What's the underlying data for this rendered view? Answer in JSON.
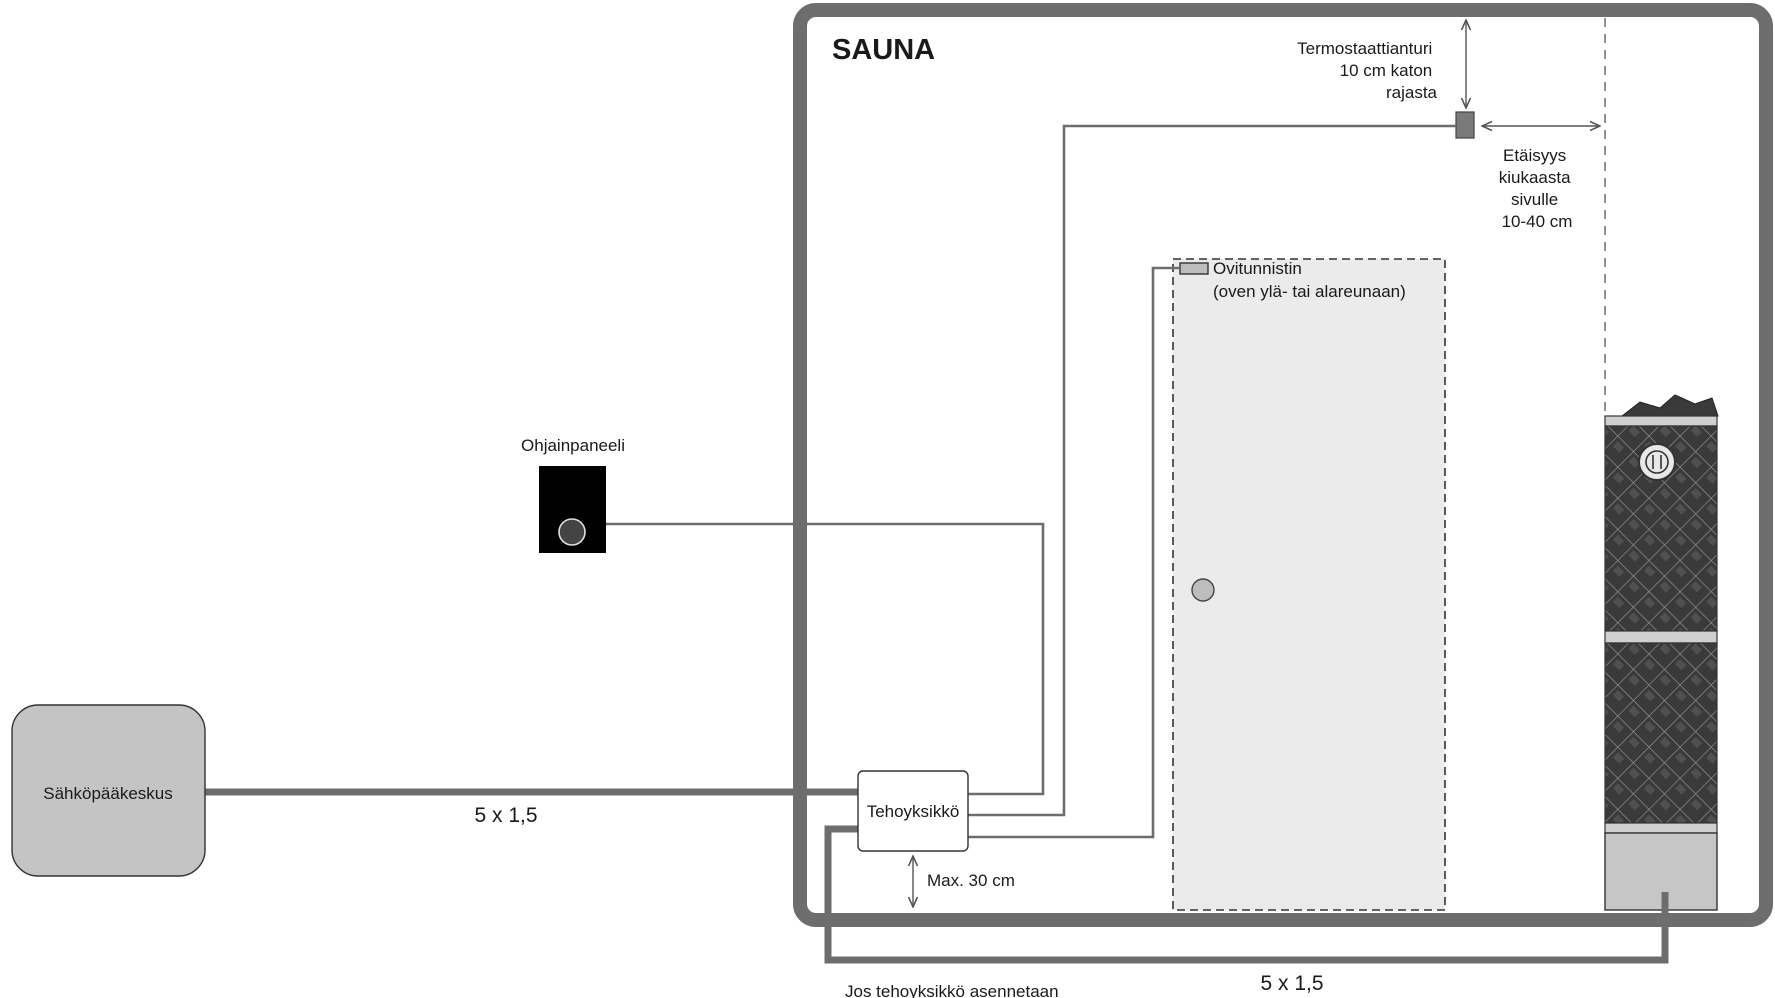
{
  "room": {
    "title": "SAUNA"
  },
  "main_panel": {
    "label": "Sähköpääkeskus"
  },
  "power_unit": {
    "label": "Tehoyksikkö"
  },
  "control_panel": {
    "label": "Ohjainpaneeli"
  },
  "cables": {
    "mains_label": "5 x 1,5",
    "heater_label": "5 x 1,5"
  },
  "thermostat_sensor": {
    "lines": [
      "Termostaattianturi",
      "10 cm katon",
      "rajasta"
    ]
  },
  "heater_distance": {
    "lines": [
      "Etäisyys",
      "kiukaasta",
      "sivulle",
      "10-40 cm"
    ]
  },
  "door_sensor": {
    "lines": [
      "Ovitunnistin",
      "(oven ylä- tai alareunaan)"
    ]
  },
  "floor_distance": {
    "label": "Max. 30 cm"
  },
  "footnote": {
    "label": "Jos tehoyksikkö asennetaan"
  },
  "colors": {
    "wall": "#6d6d6d",
    "cable": "#6d6d6d",
    "main_panel_fill": "#c4c4c4",
    "door_fill": "#ebebeb",
    "heater_stone": "#3f3f3f",
    "heater_base": "#c6c6c6",
    "control_panel_fill": "#000000",
    "sensor_fill": "#7a7a7a",
    "room_title": "#8a8a8a"
  }
}
